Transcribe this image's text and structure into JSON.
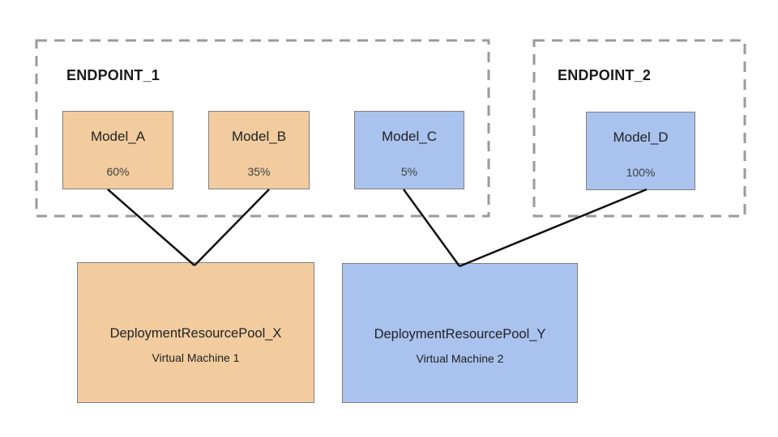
{
  "colors": {
    "model_tan": "#F2CC9F",
    "model_blue": "#AAC2EE",
    "box_border": "#7F7F7F",
    "endpoint_border": "#9A9A9A",
    "connector": "#111111",
    "text": "#202124"
  },
  "endpoints": [
    {
      "label": "ENDPOINT_1",
      "models": [
        {
          "name": "Model_A",
          "traffic": "60%",
          "color_key": "model_tan"
        },
        {
          "name": "Model_B",
          "traffic": "35%",
          "color_key": "model_tan"
        },
        {
          "name": "Model_C",
          "traffic": "5%",
          "color_key": "model_blue"
        }
      ]
    },
    {
      "label": "ENDPOINT_2",
      "models": [
        {
          "name": "Model_D",
          "traffic": "100%",
          "color_key": "model_blue"
        }
      ]
    }
  ],
  "pools": [
    {
      "name": "DeploymentResourcePool_X",
      "machine": "Virtual Machine 1",
      "color_key": "model_tan"
    },
    {
      "name": "DeploymentResourcePool_Y",
      "machine": "Virtual Machine 2",
      "color_key": "model_blue"
    }
  ]
}
